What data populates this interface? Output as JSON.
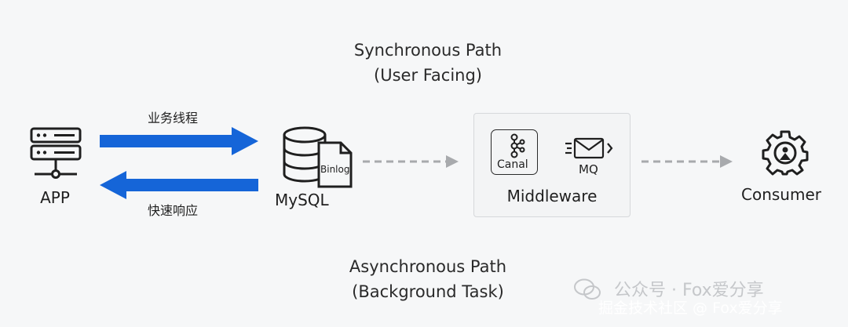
{
  "sync_path": {
    "line1": "Synchronous Path",
    "line2": "(User Facing)"
  },
  "async_path": {
    "line1": "Asynchronous Path",
    "line2": "(Background Task)"
  },
  "app": {
    "label": "APP",
    "icon": "server-icon"
  },
  "request_arrow": {
    "label": "业务线程",
    "color": "#1565d8"
  },
  "response_arrow": {
    "label": "快速响应",
    "color": "#1565d8"
  },
  "mysql": {
    "label": "MySQL",
    "binlog_label": "Binlog",
    "icon": "database-icon"
  },
  "middleware": {
    "label": "Middleware",
    "canal": {
      "label": "Canal",
      "icon": "canal-icon"
    },
    "mq": {
      "label": "MQ",
      "icon": "mail-icon"
    }
  },
  "consumer": {
    "label": "Consumer",
    "icon": "gear-worker-icon"
  },
  "watermark": {
    "line1": "公众号 · Fox爱分享",
    "line2": "掘金技术社区 @ Fox爱分享"
  }
}
